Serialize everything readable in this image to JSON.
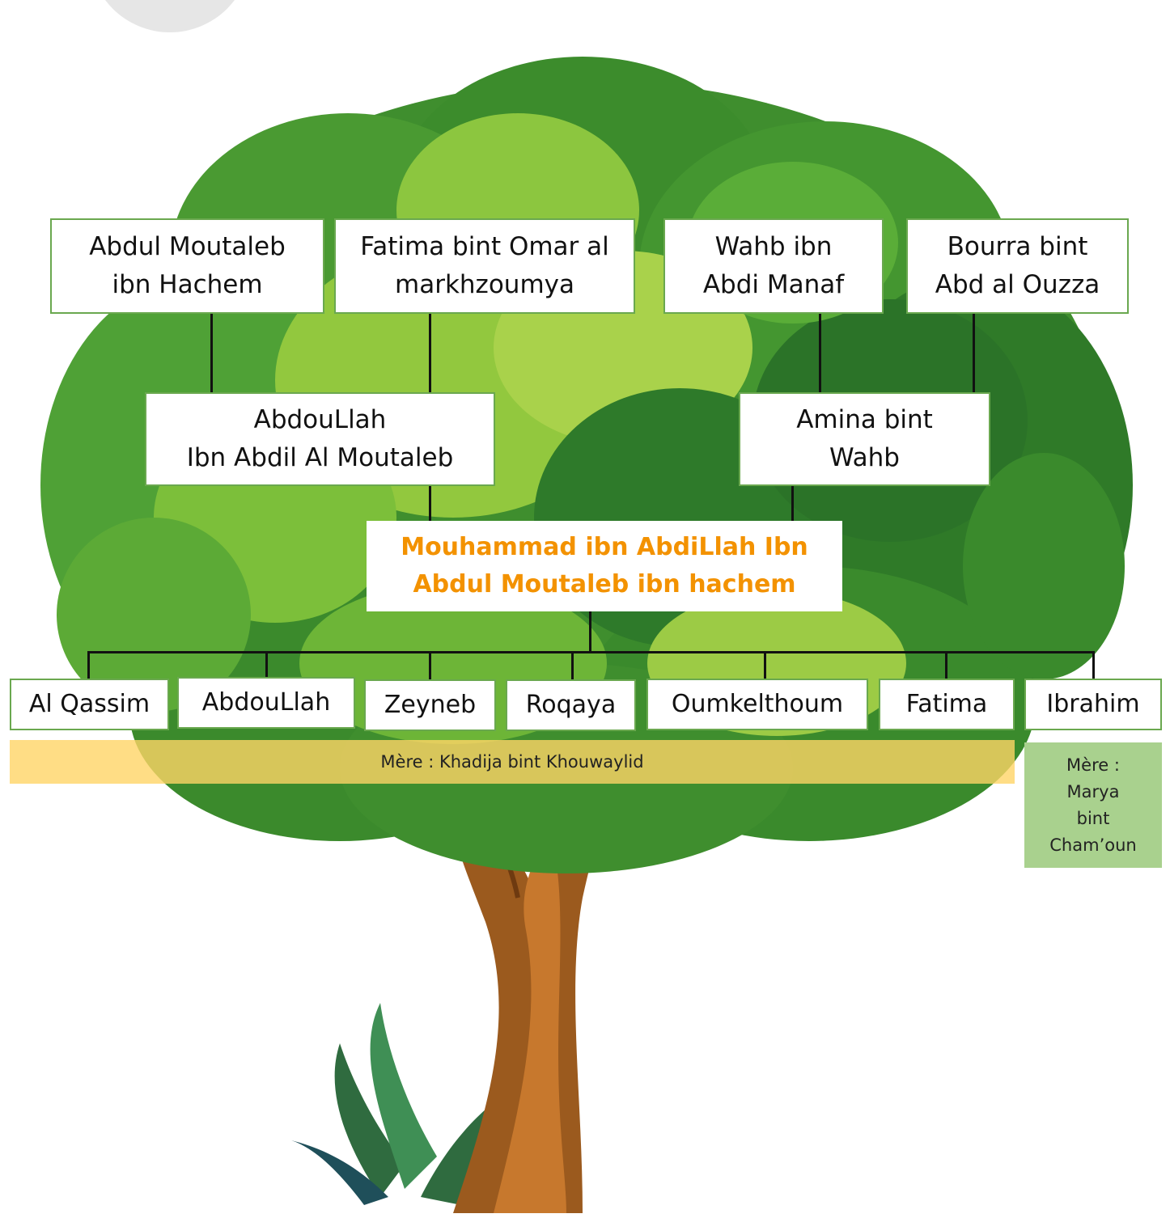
{
  "colors": {
    "box_border": "#6aa84f",
    "center_text": "#f39200",
    "connector": "#111111",
    "khadija_band": "#ffd566",
    "marya_band": "#a9d18e"
  },
  "grandparents": {
    "paternal_grandfather": "Abdul Moutaleb\nibn Hachem",
    "paternal_grandmother": "Fatima bint Omar al\nmarkhzoumya",
    "maternal_grandfather": "Wahb ibn\nAbdi Manaf",
    "maternal_grandmother": "Bourra bint\nAbd al Ouzza"
  },
  "parents": {
    "father": "AbdouLlah\nIbn Abdil Al Moutaleb",
    "mother": "Amina bint\nWahb"
  },
  "center": {
    "name": "Mouhammad ibn AbdiLlah Ibn\nAbdul Moutaleb ibn hachem"
  },
  "children": [
    "Al Qassim",
    "AbdouLlah",
    "Zeyneb",
    "Roqaya",
    "Oumkelthoum",
    "Fatima",
    "Ibrahim"
  ],
  "mothers": {
    "khadija": "Mère : Khadija bint Khouwaylid",
    "marya": "Mère :\nMarya\nbint\nCham’oun"
  }
}
